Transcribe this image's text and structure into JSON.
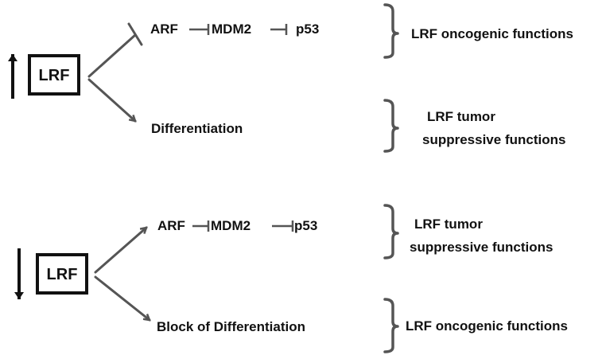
{
  "top": {
    "node": "LRF",
    "level_arrow": "up-arrow",
    "pathway": {
      "a": "ARF",
      "b": "MDM2",
      "c": "p53"
    },
    "branch2": "Differentiation",
    "func1": "LRF oncogenic functions",
    "func2_line1": "LRF tumor",
    "func2_line2": "suppressive functions"
  },
  "bottom": {
    "node": "LRF",
    "level_arrow": "down-arrow",
    "pathway": {
      "a": "ARF",
      "b": "MDM2",
      "c": "p53"
    },
    "branch2": "Block of Differentiation",
    "func1_line1": "LRF tumor",
    "func1_line2": "suppressive functions",
    "func2": "LRF oncogenic functions"
  },
  "colors": {
    "arrows": "#555555",
    "text": "#111111"
  }
}
